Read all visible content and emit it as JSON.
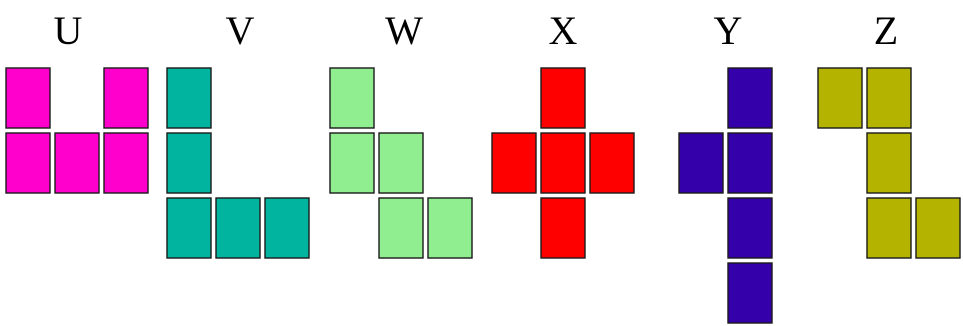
{
  "pieces": [
    {
      "label": "U",
      "color": "#ff00cc",
      "cells": [
        [
          0,
          0
        ],
        [
          2,
          0
        ],
        [
          0,
          1
        ],
        [
          1,
          1
        ],
        [
          2,
          1
        ]
      ]
    },
    {
      "label": "V",
      "color": "#00b4a0",
      "cells": [
        [
          0,
          0
        ],
        [
          0,
          1
        ],
        [
          0,
          2
        ],
        [
          1,
          2
        ],
        [
          2,
          2
        ]
      ]
    },
    {
      "label": "W",
      "color": "#90ee90",
      "cells": [
        [
          0,
          0
        ],
        [
          0,
          1
        ],
        [
          1,
          1
        ],
        [
          1,
          2
        ],
        [
          2,
          2
        ]
      ]
    },
    {
      "label": "X",
      "color": "#ff0000",
      "cells": [
        [
          1,
          0
        ],
        [
          0,
          1
        ],
        [
          1,
          1
        ],
        [
          2,
          1
        ],
        [
          1,
          2
        ]
      ]
    },
    {
      "label": "Y",
      "color": "#3300aa",
      "cells": [
        [
          1,
          0
        ],
        [
          0,
          1
        ],
        [
          1,
          1
        ],
        [
          1,
          2
        ],
        [
          1,
          3
        ]
      ]
    },
    {
      "label": "Z",
      "color": "#b4b400",
      "cells": [
        [
          0,
          0
        ],
        [
          1,
          0
        ],
        [
          1,
          1
        ],
        [
          1,
          2
        ],
        [
          2,
          2
        ]
      ]
    }
  ]
}
